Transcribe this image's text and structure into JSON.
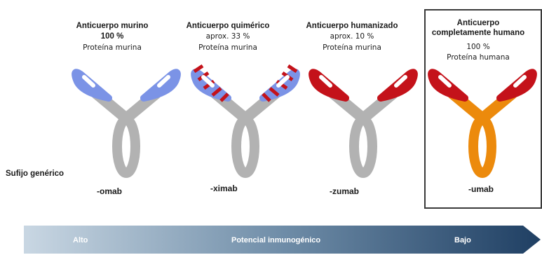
{
  "columns": [
    {
      "title": "Anticuerpo murino",
      "value": "100 %",
      "value_bold": true,
      "protein": "Proteína murina",
      "suffix": "-omab",
      "scheme": "murine"
    },
    {
      "title": "Anticuerpo quimérico",
      "value": "aprox. 33 %",
      "value_bold": false,
      "protein": "Proteína murina",
      "suffix": "-ximab",
      "scheme": "chimeric"
    },
    {
      "title": "Anticuerpo humanizado",
      "value": "aprox. 10 %",
      "value_bold": false,
      "protein": "Proteína murina",
      "suffix": "-zumab",
      "scheme": "humanized"
    },
    {
      "title": "Anticuerpo completamente humano",
      "value": "100 %",
      "value_bold": false,
      "protein": "Proteína humana",
      "suffix": "-umab",
      "scheme": "human"
    }
  ],
  "row_label": "Sufijo genérico",
  "arrow": {
    "left": "Alto",
    "center": "Potencial inmunogénico",
    "right": "Bajo"
  },
  "colors": {
    "murine": "#7b93e6",
    "gray": "#b2b2b2",
    "red": "#c4121a",
    "orange": "#ec8a0c"
  }
}
